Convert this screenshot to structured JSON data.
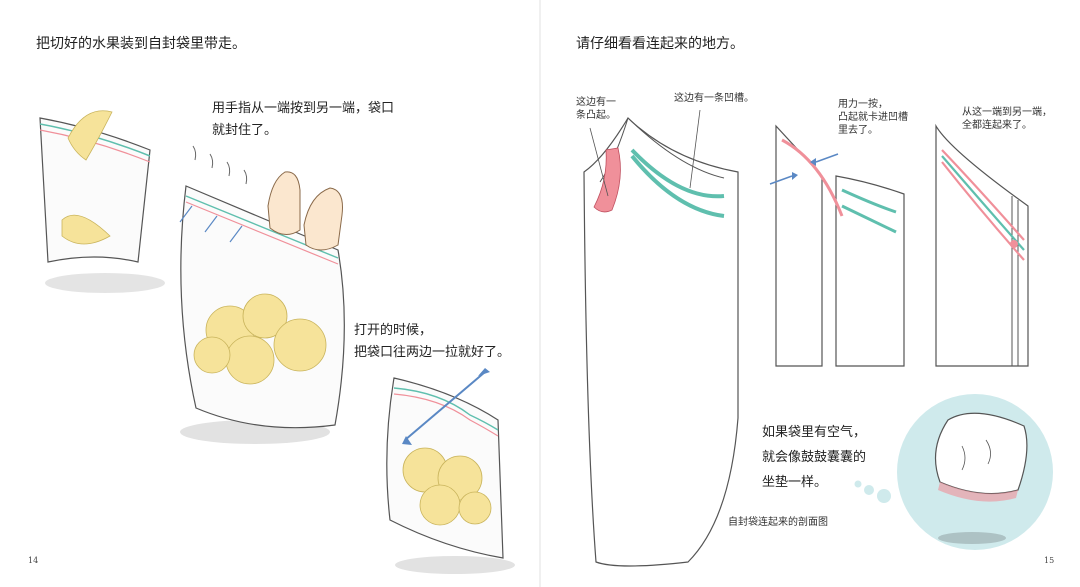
{
  "left_page": {
    "title": "把切好的水果装到自封袋里带走。",
    "seal_caption": [
      "用手指从一端按到另一端，袋口",
      "就封住了。"
    ],
    "open_caption": [
      "打开的时候，",
      "把袋口往两边一拉就好了。"
    ],
    "page_number": "14"
  },
  "right_page": {
    "title": "请仔细看看连起来的地方。",
    "labels": {
      "bump": [
        "这边有一",
        "条凸起。"
      ],
      "groove": "这边有一条凹槽。",
      "press": [
        "用力一按，",
        "凸起就卡进凹槽",
        "里去了。"
      ],
      "connected": [
        "从这一端到另一端，",
        "全都连起来了。"
      ]
    },
    "air_caption": [
      "如果袋里有空气，",
      "就会像鼓鼓囊囊的",
      "坐垫一样。"
    ],
    "diagram_caption": "自封袋连起来的剖面图",
    "page_number": "15"
  },
  "colors": {
    "page": "#ffffff",
    "outline": "#555555",
    "bump": "#f0909a",
    "groove": "#5fbfae",
    "apple": "#f6e39a",
    "arrow": "#5a88c4",
    "bubble": "#cfeaec"
  }
}
